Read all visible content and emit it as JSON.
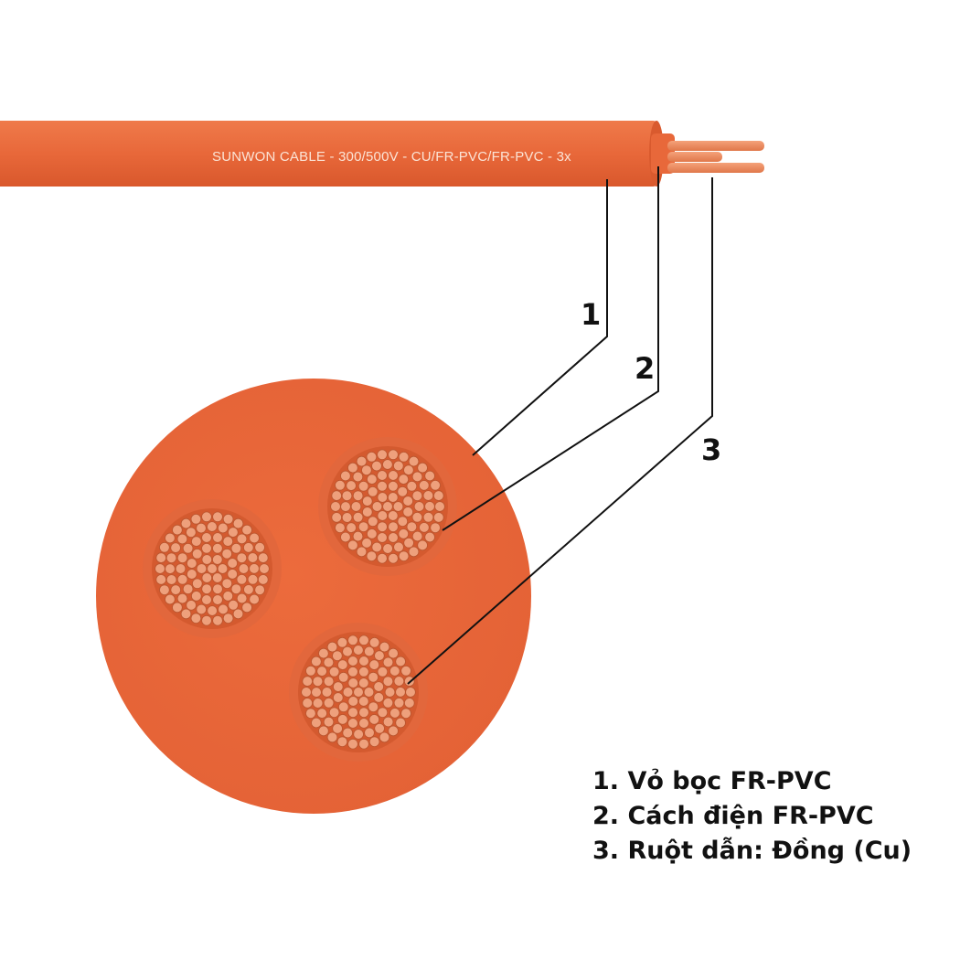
{
  "cable": {
    "print_text": "SUNWON CABLE - 300/500V - CU/FR-PVC/FR-PVC - 3x",
    "sheath_color": "#e8683a",
    "conductor_color": "#e8a07a"
  },
  "callouts": [
    {
      "number": "1"
    },
    {
      "number": "2"
    },
    {
      "number": "3"
    }
  ],
  "legend": {
    "items": [
      "1. Vỏ bọc FR-PVC",
      "2. Cách điện FR-PVC",
      "3. Ruột dẫn: Đồng (Cu)"
    ]
  }
}
